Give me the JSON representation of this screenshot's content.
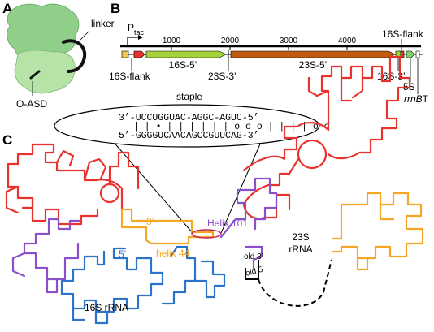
{
  "colors": {
    "red": "#e8322b",
    "orange": "#f5a623",
    "purple": "#8a4fc9",
    "blue": "#2b73c8",
    "ribosome_large": "#8fcf8a",
    "ribosome_small": "#b6e3a6",
    "gene_16s": "#a6d33c",
    "gene_23s": "#c25a12"
  },
  "panel_a": {
    "letter": "A",
    "linker_label": "linker",
    "oasd_label": "O-ASD"
  },
  "panel_b": {
    "letter": "B",
    "promoter_label": "P",
    "promoter_sub": "tac",
    "ticks": [
      "1000",
      "2000",
      "3000",
      "4000"
    ],
    "labels": {
      "flank_16s_left": "16S-flank",
      "s16_5": "16S-5’",
      "s23_3": "23S-3’",
      "s23_5": "23S-5’",
      "s16_flank_right": "16S-flank",
      "s16_3": "16S-3’",
      "s5": "5S",
      "rrnb_prefix": "rrnB",
      "rrnb_suffix": "T"
    }
  },
  "panel_c": {
    "letter": "C",
    "staple_title": "staple",
    "seq_top": "3’-UCCUGGUAC-AGGC-AGUC-5’",
    "seq_bottom": "5’-GGGGUCAACAGCCGUUCAG-3’",
    "pairing": "| | • | | | | | | o o o | | | | o o",
    "labels": {
      "three_prime": "3’",
      "five_prime": "5’",
      "helix44": "helix 44",
      "helix101": "Helix 101",
      "rrna23_a": "23S",
      "rrna23_b": "rRNA",
      "old3": "old 3’",
      "old5": "old 5’",
      "rrna16": "16S rRNA"
    }
  }
}
